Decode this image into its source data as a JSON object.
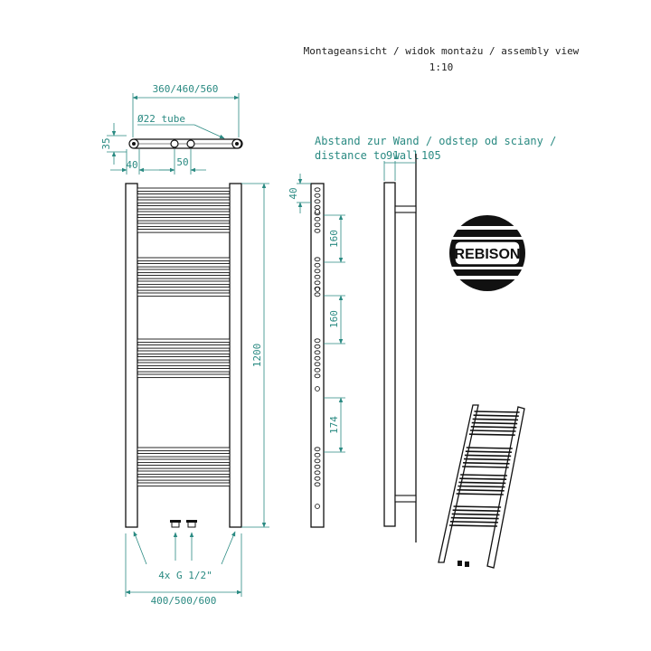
{
  "header": {
    "line1": "Montageansicht / widok montażu / assembly view",
    "scale": "1:10"
  },
  "top_view": {
    "width_label": "360/460/560",
    "tube_label": "Ø22 tube",
    "height_label": "35",
    "offset_label": "40",
    "spacing_label": "50"
  },
  "front_view": {
    "height_label": "1200",
    "connections_label": "4x G 1/2\"",
    "width_label": "400/500/600"
  },
  "side_view": {
    "dim_top": "40",
    "dim_1": "160",
    "dim_2": "160",
    "dim_3": "174"
  },
  "wall_note": {
    "line1": "Abstand zur Wand / odstep od sciany /",
    "line2": "distance to wall",
    "value1": "91",
    "value2": "105"
  },
  "logo": {
    "text": "REBISON"
  },
  "colors": {
    "dimension": "#2a8a82",
    "line": "#111111"
  }
}
